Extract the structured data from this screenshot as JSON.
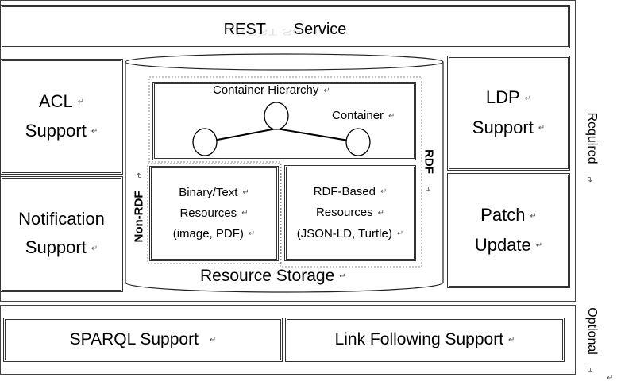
{
  "rest_service": {
    "label1": "REST",
    "label2": "Service",
    "shadow": "REST Service"
  },
  "acl": {
    "line1": "ACL",
    "line2": "Support"
  },
  "notification": {
    "line1": "Notification",
    "line2": "Support"
  },
  "ldp": {
    "line1": "LDP",
    "line2": "Support"
  },
  "patch": {
    "line1": "Patch",
    "line2": "Update"
  },
  "container_hierarchy": {
    "title": "Container Hierarchy",
    "container_label": "Container"
  },
  "non_rdf_label": "Non-RDF",
  "rdf_label": "RDF",
  "binary_text": {
    "line1": "Binary/Text",
    "line2": "Resources",
    "line3": "(image, PDF)"
  },
  "rdf_based": {
    "line1": "RDF-Based",
    "line2": "Resources",
    "line3": "(JSON-LD, Turtle)"
  },
  "resource_storage": "Resource Storage",
  "sparql": "SPARQL Support",
  "link_following": "Link Following Support",
  "side_labels": {
    "required": "Required",
    "optional": "Optional"
  },
  "para_mark": "↵"
}
